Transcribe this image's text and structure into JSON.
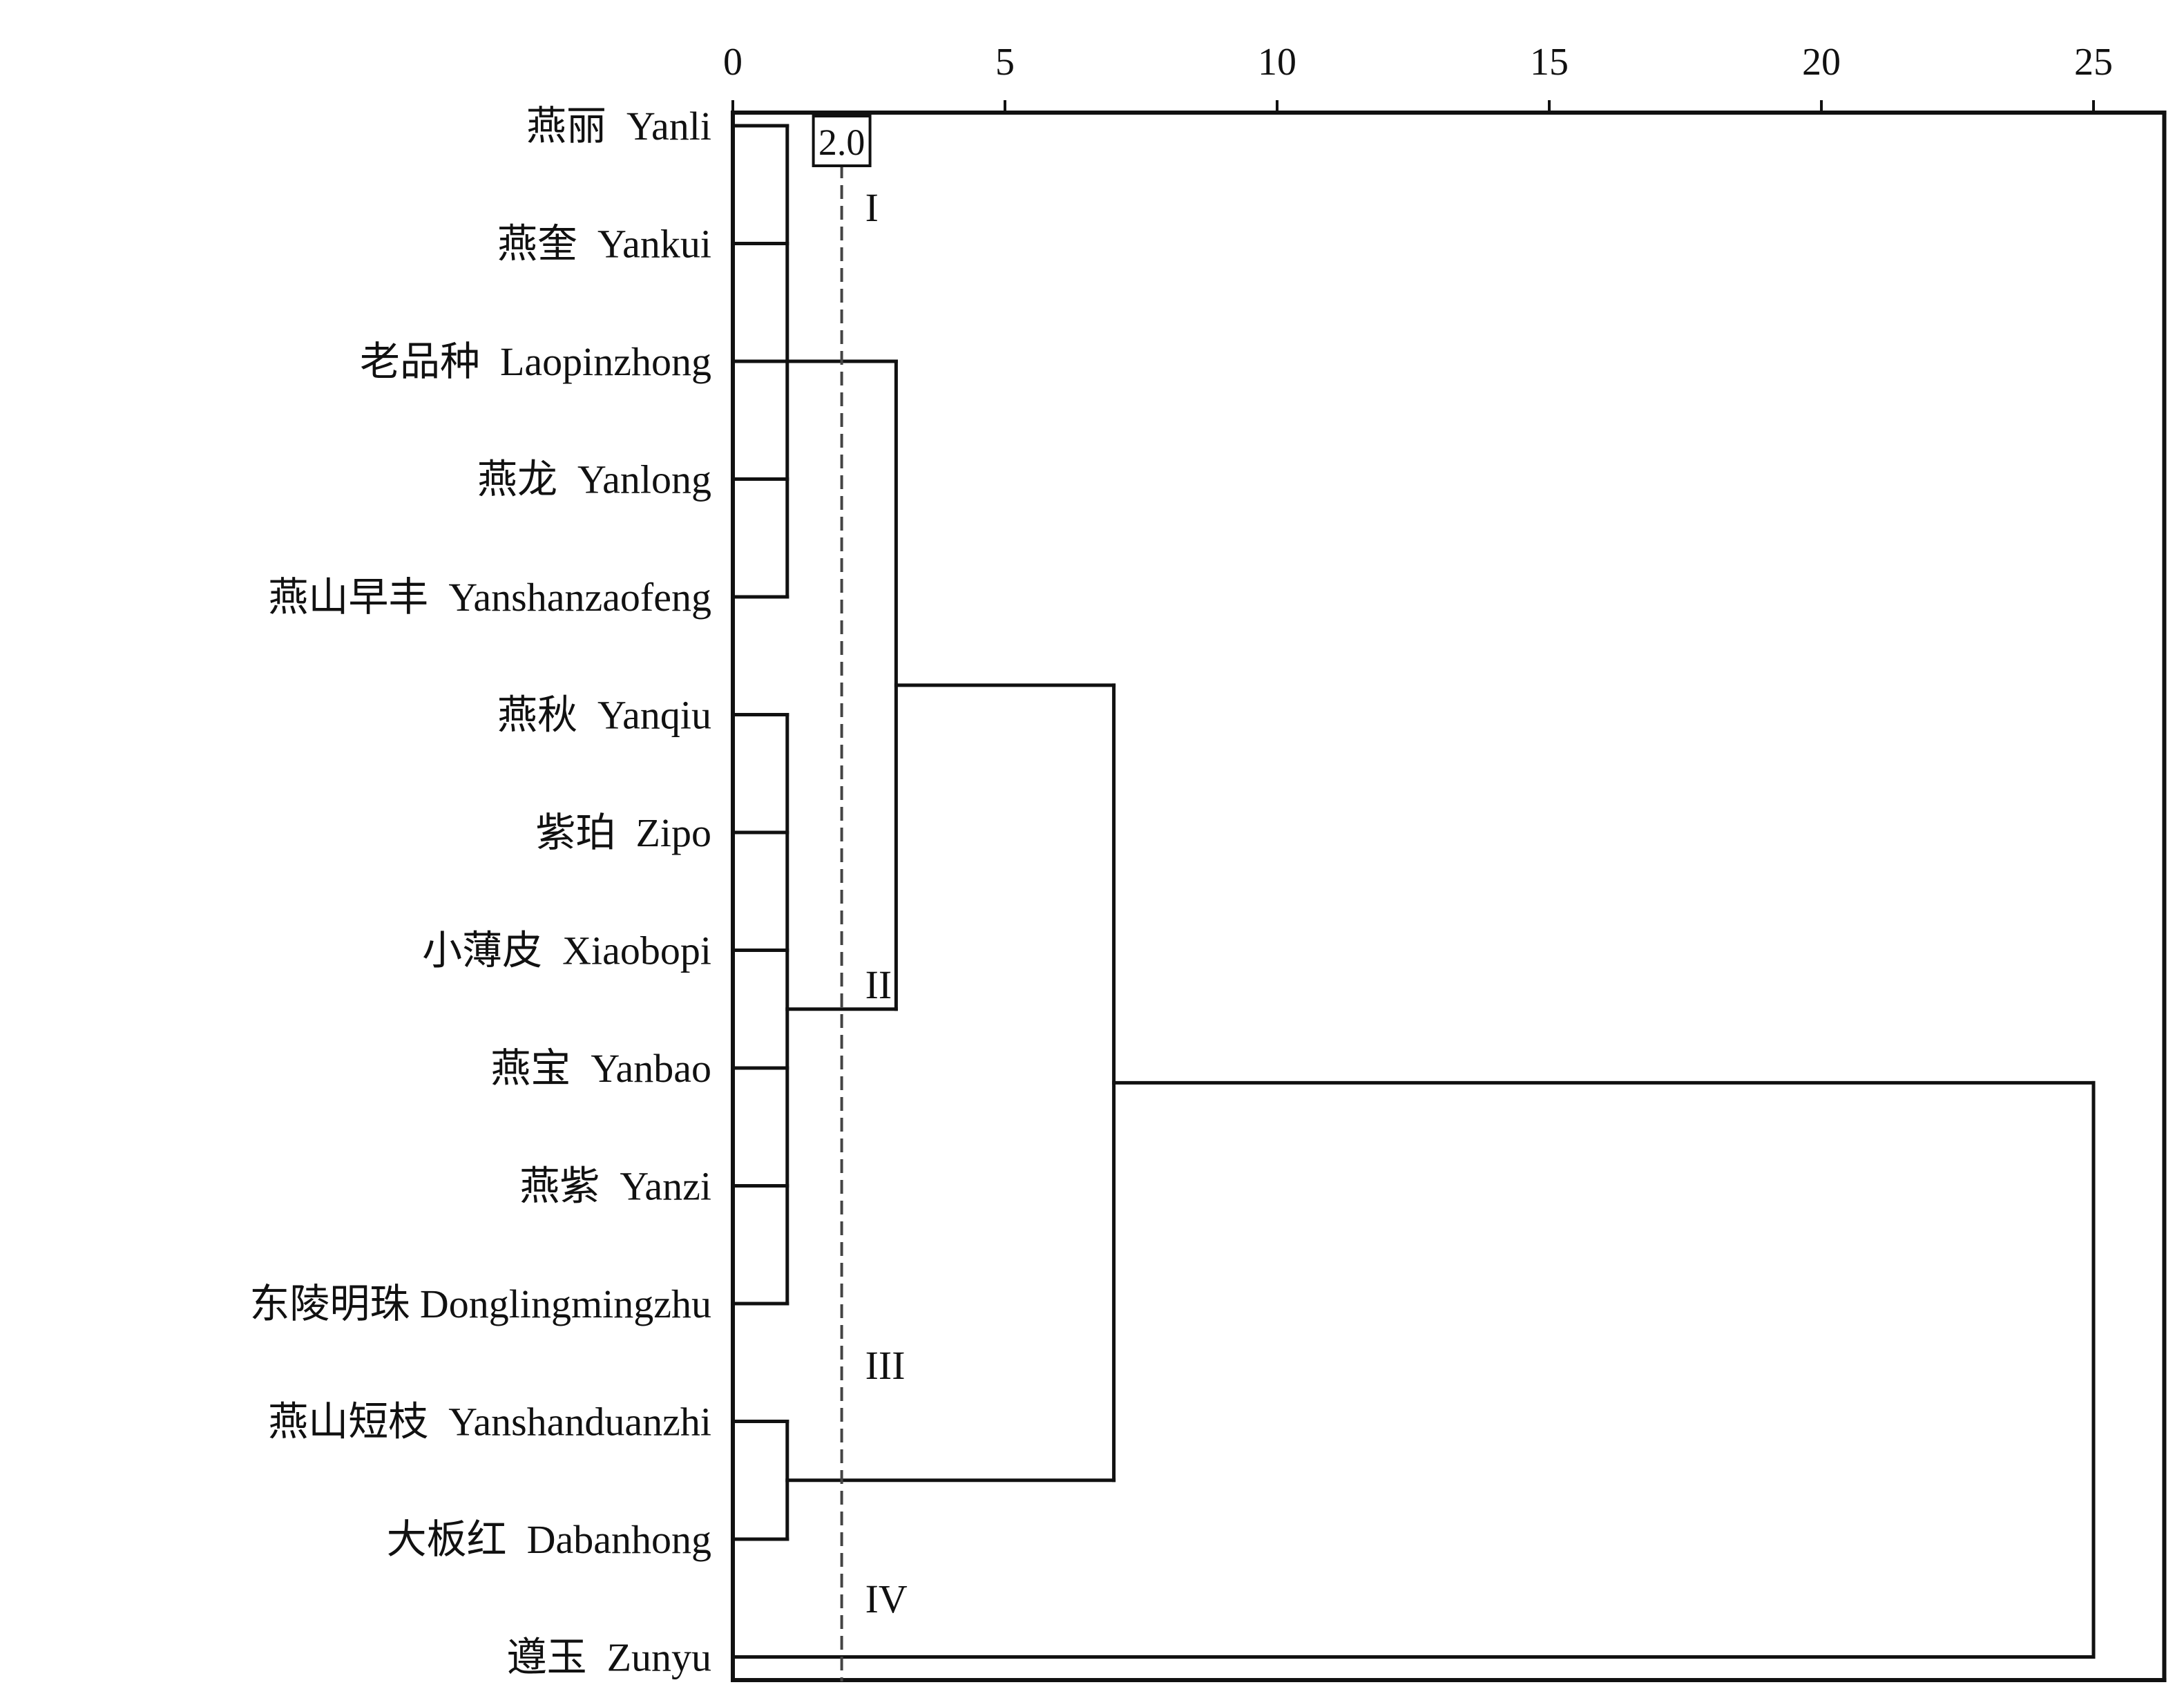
{
  "chart_data": {
    "type": "dendrogram",
    "x_ticks": [
      0,
      5,
      10,
      15,
      20,
      25
    ],
    "xlim": [
      0,
      26.3
    ],
    "leaves": [
      "燕丽  Yanli",
      "燕奎  Yankui",
      "老品种  Laopinzhong",
      "燕龙  Yanlong",
      "燕山早丰  Yanshanzaofeng",
      "燕秋  Yanqiu",
      "紫珀  Zipo",
      "小薄皮  Xiaobopi",
      "燕宝  Yanbao",
      "燕紫  Yanzi",
      "东陵明珠 Donglingmingzhu",
      "燕山短枝  Yanshanduanzhi",
      "大板红  Dabanhong",
      "遵玉  Zunyu"
    ],
    "merges": [
      {
        "members": [
          0,
          1,
          2,
          3,
          4
        ],
        "distance": 1.0
      },
      {
        "members": [
          5,
          6,
          7,
          8,
          9,
          10
        ],
        "distance": 1.0
      },
      {
        "members": [
          11,
          12
        ],
        "distance": 1.0
      },
      {
        "members": [
          0,
          1,
          2,
          3,
          4,
          5,
          6,
          7,
          8,
          9,
          10
        ],
        "distance": 3.0
      },
      {
        "members": [
          0,
          1,
          2,
          3,
          4,
          5,
          6,
          7,
          8,
          9,
          10,
          11,
          12
        ],
        "distance": 7.0
      },
      {
        "members": [
          0,
          1,
          2,
          3,
          4,
          5,
          6,
          7,
          8,
          9,
          10,
          11,
          12,
          13
        ],
        "distance": 25.0
      }
    ],
    "cut_line": {
      "value": 2.0,
      "label": "2.0"
    },
    "clusters": [
      {
        "label": "I",
        "members": [
          0,
          1,
          2,
          3,
          4
        ]
      },
      {
        "label": "II",
        "members": [
          5,
          6,
          7,
          8,
          9,
          10
        ]
      },
      {
        "label": "III",
        "members": [
          11,
          12
        ]
      },
      {
        "label": "IV",
        "members": [
          13
        ]
      }
    ]
  }
}
